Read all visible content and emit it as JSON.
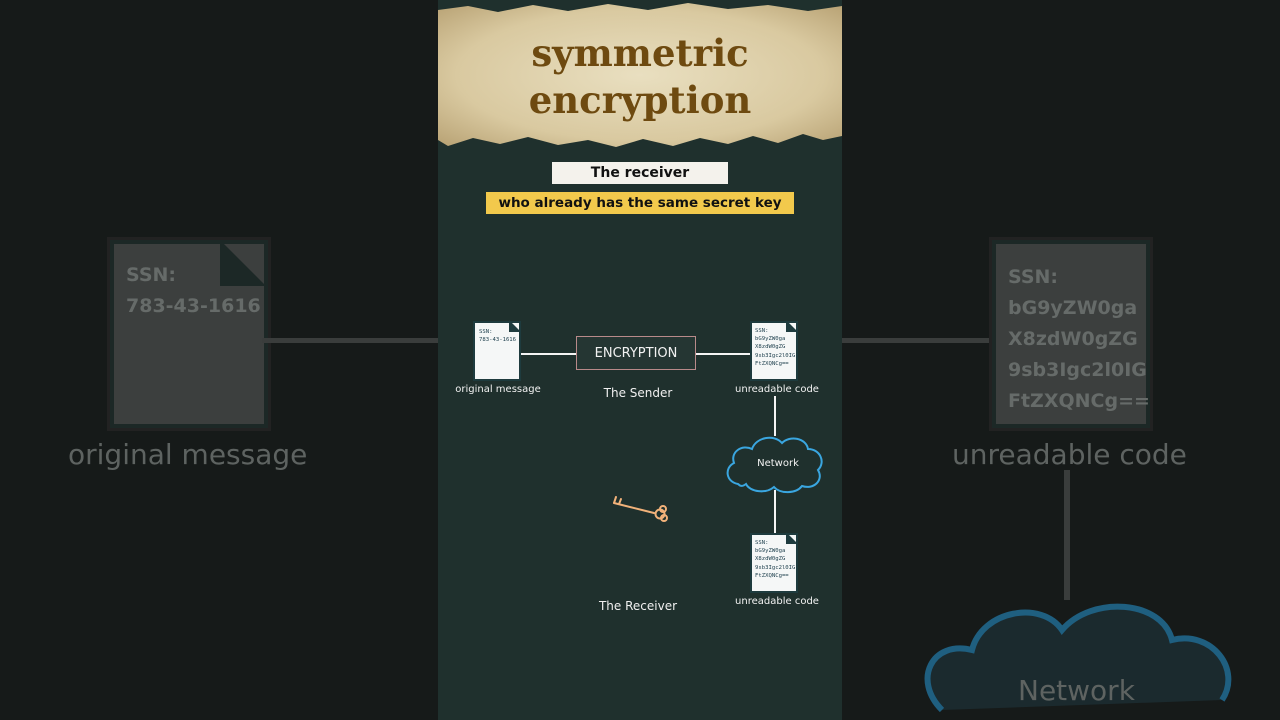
{
  "title": {
    "line1": "symmetric",
    "line2": "encryption"
  },
  "captions": {
    "receiver": "The receiver",
    "secret_key": "who already has the same secret key"
  },
  "diagram": {
    "original_doc": {
      "line1": "SSN:",
      "line2": "783-43-1616"
    },
    "encrypted_doc": {
      "line1": "SSN:",
      "line2": "bG9yZW0ga",
      "line3": "X8zdW0gZG",
      "line4": "9sb3Igc2l0IG",
      "line5": "FtZXQNCg=="
    },
    "original_label": "original message",
    "unreadable_label": "unreadable code",
    "encryption_label": "ENCRYPTION",
    "sender_label": "The Sender",
    "network_label": "Network",
    "receiver_label": "The Receiver"
  },
  "background": {
    "left_doc": {
      "line1": "SSN:",
      "line2": "783-43-1616"
    },
    "left_label": "original message",
    "right_doc": {
      "line1": "SSN:",
      "line2": "bG9yZW0ga",
      "line3": "X8zdW0gZG",
      "line4": "9sb3Igc2l0IG",
      "line5": "FtZXQNCg=="
    },
    "right_label": "unreadable code",
    "right_network_label": "Network"
  },
  "colors": {
    "panel_bg": "#1f302d",
    "title_color": "#6e4a10",
    "caption_highlight": "#f2c94c",
    "cloud_stroke": "#3aa6e0",
    "key_color": "#f2b27a"
  }
}
